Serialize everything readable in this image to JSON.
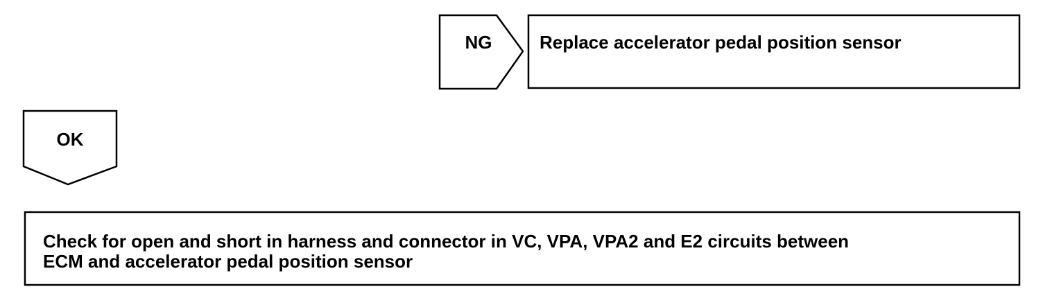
{
  "ng_tag": {
    "label": "NG"
  },
  "ng_result": {
    "text": "Replace accelerator pedal position sensor"
  },
  "ok_tag": {
    "label": "OK"
  },
  "next_step": {
    "line1": "Check for open and short in harness and connector in VC, VPA, VPA2 and E2 circuits between",
    "line2": "ECM and accelerator pedal position sensor"
  },
  "colors": {
    "stroke": "#000000",
    "fill": "#ffffff"
  }
}
